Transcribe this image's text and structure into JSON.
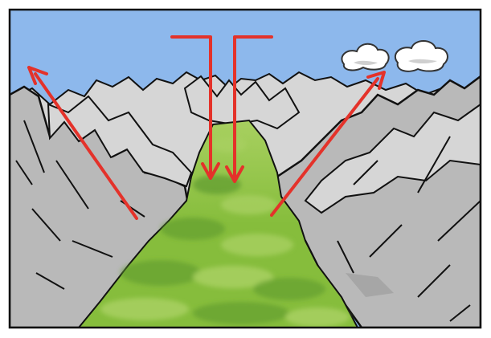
{
  "diagram": {
    "colors": {
      "sky": "#8db8ec",
      "mountain_light": "#d6d6d6",
      "mountain_mid": "#b9b9b9",
      "mountain_dark": "#9a9a9a",
      "valley_light": "#a8d060",
      "valley_mid": "#86bd3c",
      "valley_dark": "#5e9a2c",
      "arrow": "#e4322a",
      "outline": "#111111",
      "cloud": "#ffffff"
    },
    "arrows": [
      {
        "kind": "downslope-left",
        "direction": "up-left"
      },
      {
        "kind": "downslope-right",
        "direction": "up-right"
      },
      {
        "kind": "descending-air-1",
        "direction": "down"
      },
      {
        "kind": "descending-air-2",
        "direction": "down"
      }
    ],
    "clouds": 2
  }
}
